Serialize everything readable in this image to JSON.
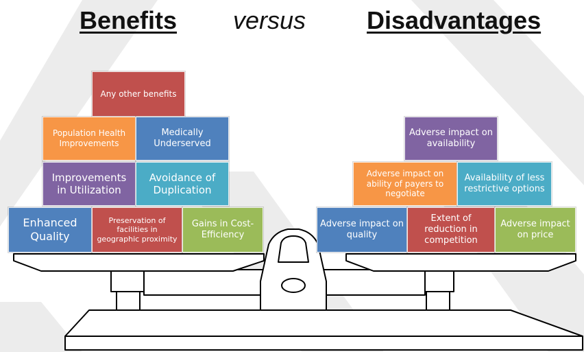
{
  "title": {
    "left": "Benefits",
    "middle": "versus",
    "right": "Disadvantages"
  },
  "benefits": {
    "any_other": "Any other benefits",
    "population_health": "Population Health Improvements",
    "medically_underserved": "Medically Underserved",
    "improvements_utilization": "Improvements in Utilization",
    "avoidance_duplication": "Avoidance of Duplication",
    "enhanced_quality": "Enhanced Quality",
    "preservation_facilities": "Preservation of facilities in geographic proximity",
    "gains_cost_efficiency": "Gains in Cost-Efficiency"
  },
  "disadvantages": {
    "impact_availability": "Adverse impact on availability",
    "impact_payers": "Adverse impact on ability of payers to negotiate",
    "less_restrictive": "Availability of less restrictive options",
    "impact_quality": "Adverse impact on quality",
    "reduction_competition": "Extent of reduction in competition",
    "impact_price": "Adverse impact on price"
  },
  "colors": {
    "red": "#c0504d",
    "blue": "#4f81bd",
    "orange": "#f79646",
    "purple": "#8064a2",
    "teal": "#4bacc6",
    "green": "#9bbb59",
    "watermark": "#e8e8e8"
  }
}
